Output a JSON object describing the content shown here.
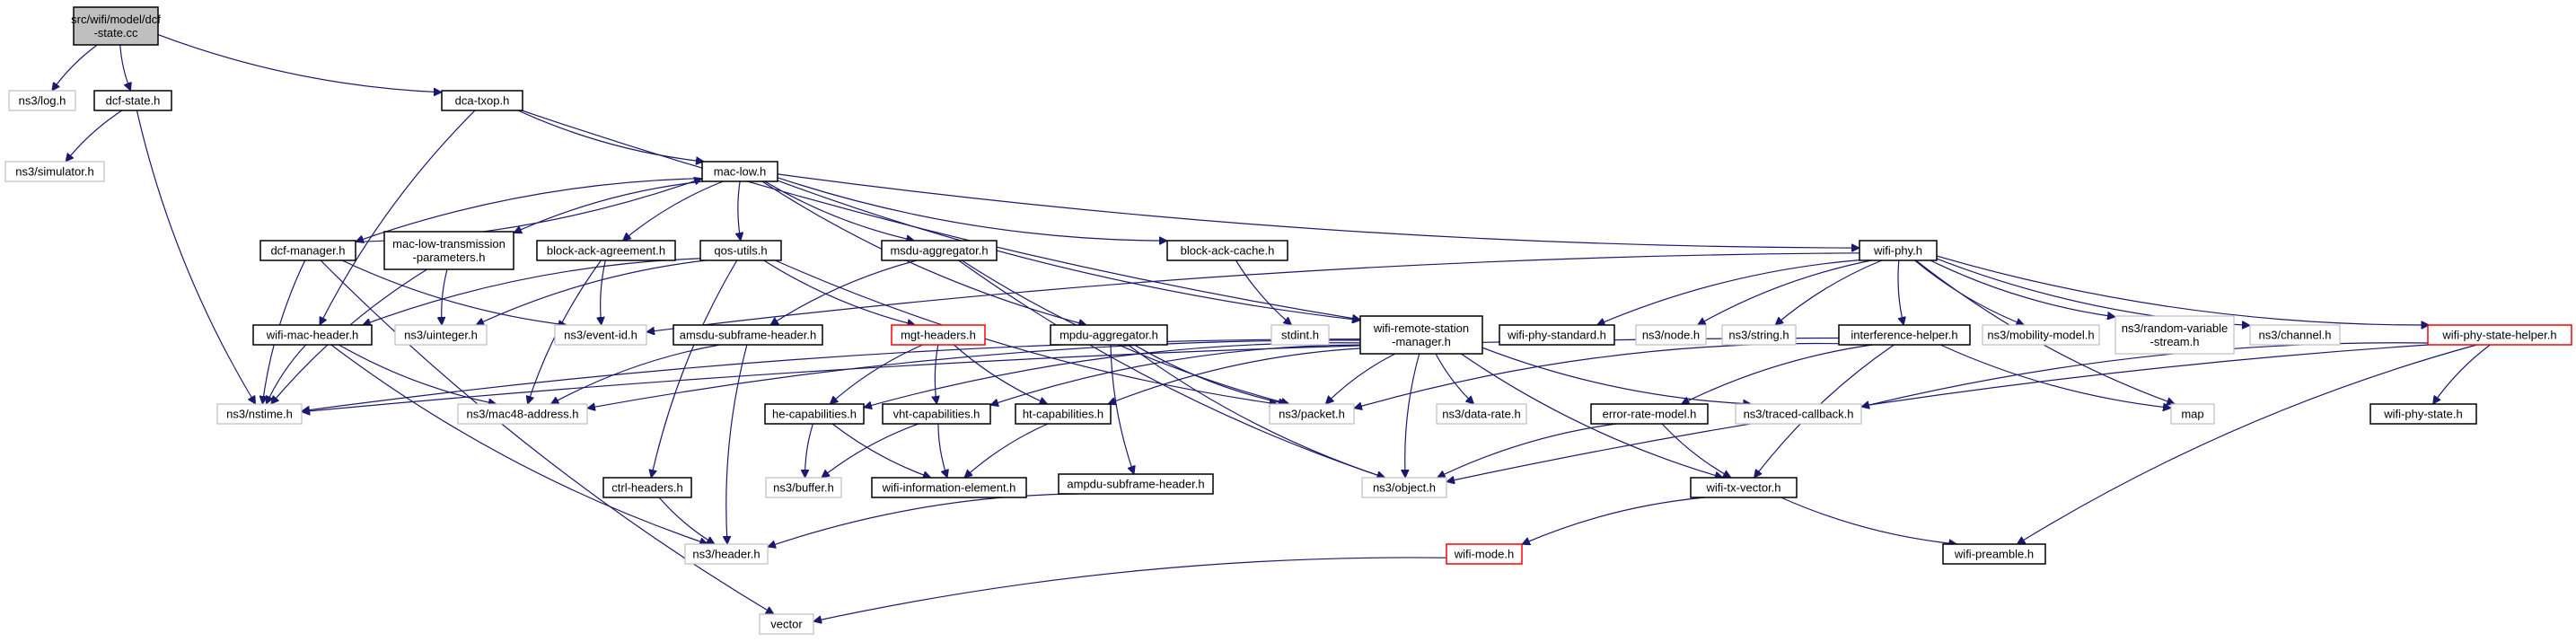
{
  "graph": {
    "title": "",
    "nodes": {
      "root": [
        "src/wifi/model/dcf",
        "-state.cc"
      ],
      "log": [
        "ns3/log.h"
      ],
      "dcfstate": [
        "dcf-state.h"
      ],
      "simulator": [
        "ns3/simulator.h"
      ],
      "dcatxop": [
        "dca-txop.h"
      ],
      "maclow": [
        "mac-low.h"
      ],
      "dcfmanager": [
        "dcf-manager.h"
      ],
      "maclowtp": [
        "mac-low-transmission",
        "-parameters.h"
      ],
      "blockackagreement": [
        "block-ack-agreement.h"
      ],
      "qosutils": [
        "qos-utils.h"
      ],
      "msduaggregator": [
        "msdu-aggregator.h"
      ],
      "blockackcache": [
        "block-ack-cache.h"
      ],
      "wifiphy": [
        "wifi-phy.h"
      ],
      "wifimacheader": [
        "wifi-mac-header.h"
      ],
      "uinteger": [
        "ns3/uinteger.h"
      ],
      "eventid": [
        "ns3/event-id.h"
      ],
      "amsdusubframe": [
        "amsdu-subframe-header.h"
      ],
      "mgtheaders": [
        "mgt-headers.h"
      ],
      "mpduaggregator": [
        "mpdu-aggregator.h"
      ],
      "stdint": [
        "stdint.h"
      ],
      "wrsm": [
        "wifi-remote-station",
        "-manager.h"
      ],
      "wifiphystandard": [
        "wifi-phy-standard.h"
      ],
      "node": [
        "ns3/node.h"
      ],
      "string": [
        "ns3/string.h"
      ],
      "interference": [
        "interference-helper.h"
      ],
      "mobility": [
        "ns3/mobility-model.h"
      ],
      "randomvar": [
        "ns3/random-variable",
        "-stream.h"
      ],
      "channel": [
        "ns3/channel.h"
      ],
      "wifiphystatehelper": [
        "wifi-phy-state-helper.h"
      ],
      "nstime": [
        "ns3/nstime.h"
      ],
      "mac48": [
        "ns3/mac48-address.h"
      ],
      "hecap": [
        "he-capabilities.h"
      ],
      "vhtcap": [
        "vht-capabilities.h"
      ],
      "htcap": [
        "ht-capabilities.h"
      ],
      "packet": [
        "ns3/packet.h"
      ],
      "datarate": [
        "ns3/data-rate.h"
      ],
      "tracedcb": [
        "ns3/traced-callback.h"
      ],
      "map": [
        "map"
      ],
      "wifiphystate": [
        "wifi-phy-state.h"
      ],
      "buffer": [
        "ns3/buffer.h"
      ],
      "wifiinfo": [
        "wifi-information-element.h"
      ],
      "errorrate": [
        "error-rate-model.h"
      ],
      "object": [
        "ns3/object.h"
      ],
      "ctrlheaders": [
        "ctrl-headers.h"
      ],
      "ampdusubframe": [
        "ampdu-subframe-header.h"
      ],
      "wifitxvector": [
        "wifi-tx-vector.h"
      ],
      "header": [
        "ns3/header.h"
      ],
      "wifimode": [
        "wifi-mode.h"
      ],
      "wifipreamble": [
        "wifi-preamble.h"
      ],
      "vector": [
        "vector"
      ]
    }
  },
  "colors": {
    "edge": "#191970",
    "node_border": "#000000",
    "external_border": "#bfbfbf",
    "highlight_border": "#ff0000",
    "root_fill": "#bfbfbf"
  }
}
